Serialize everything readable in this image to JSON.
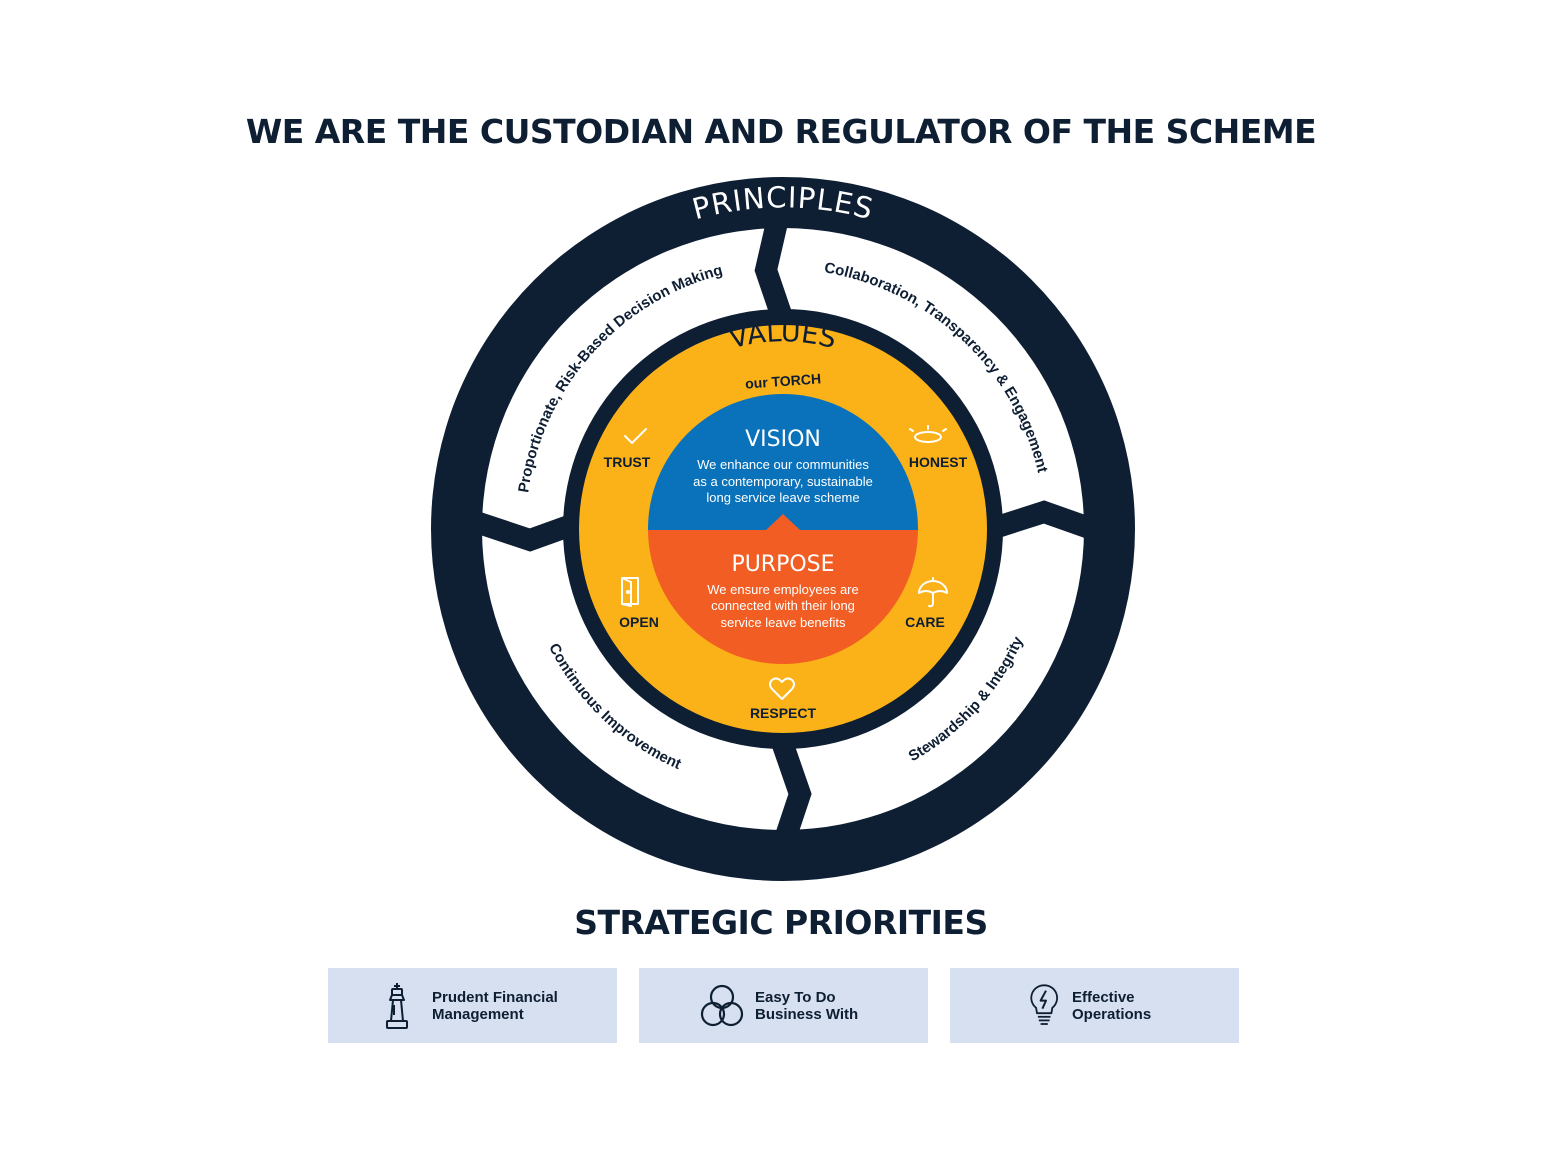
{
  "headline": "WE ARE THE CUSTODIAN AND REGULATOR OF THE SCHEME",
  "principles": {
    "title": "PRINCIPLES",
    "items": [
      "Proportionate, Risk-Based Decision Making",
      "Collaboration, Transparency & Engagement",
      "Continuous Improvement",
      "Stewardship & Integrity"
    ]
  },
  "values": {
    "title": "VALUES",
    "subtitle": "our TORCH",
    "items": [
      {
        "label": "TRUST",
        "icon": "checkmark-icon"
      },
      {
        "label": "OPEN",
        "icon": "door-icon"
      },
      {
        "label": "RESPECT",
        "icon": "heart-icon"
      },
      {
        "label": "CARE",
        "icon": "umbrella-icon"
      },
      {
        "label": "HONEST",
        "icon": "halo-icon"
      }
    ]
  },
  "vision": {
    "title": "VISION",
    "lines": [
      "We enhance our communities",
      "as a contemporary, sustainable",
      "long service leave scheme"
    ]
  },
  "purpose": {
    "title": "PURPOSE",
    "lines": [
      "We ensure employees are",
      "connected with their long",
      "service leave benefits"
    ]
  },
  "strategic_priorities": {
    "title": "STRATEGIC PRIORITIES",
    "items": [
      {
        "label": "Prudent Financial\nManagement",
        "icon": "chess-king-icon"
      },
      {
        "label": "Easy To Do\nBusiness With",
        "icon": "interlocking-rings-icon"
      },
      {
        "label": "Effective\nOperations",
        "icon": "lightbulb-icon"
      }
    ]
  },
  "colors": {
    "navy": "#0e1e33",
    "gold": "#fbb118",
    "blue": "#0a72bb",
    "orange": "#f15d22",
    "card": "#d6e0f0"
  }
}
